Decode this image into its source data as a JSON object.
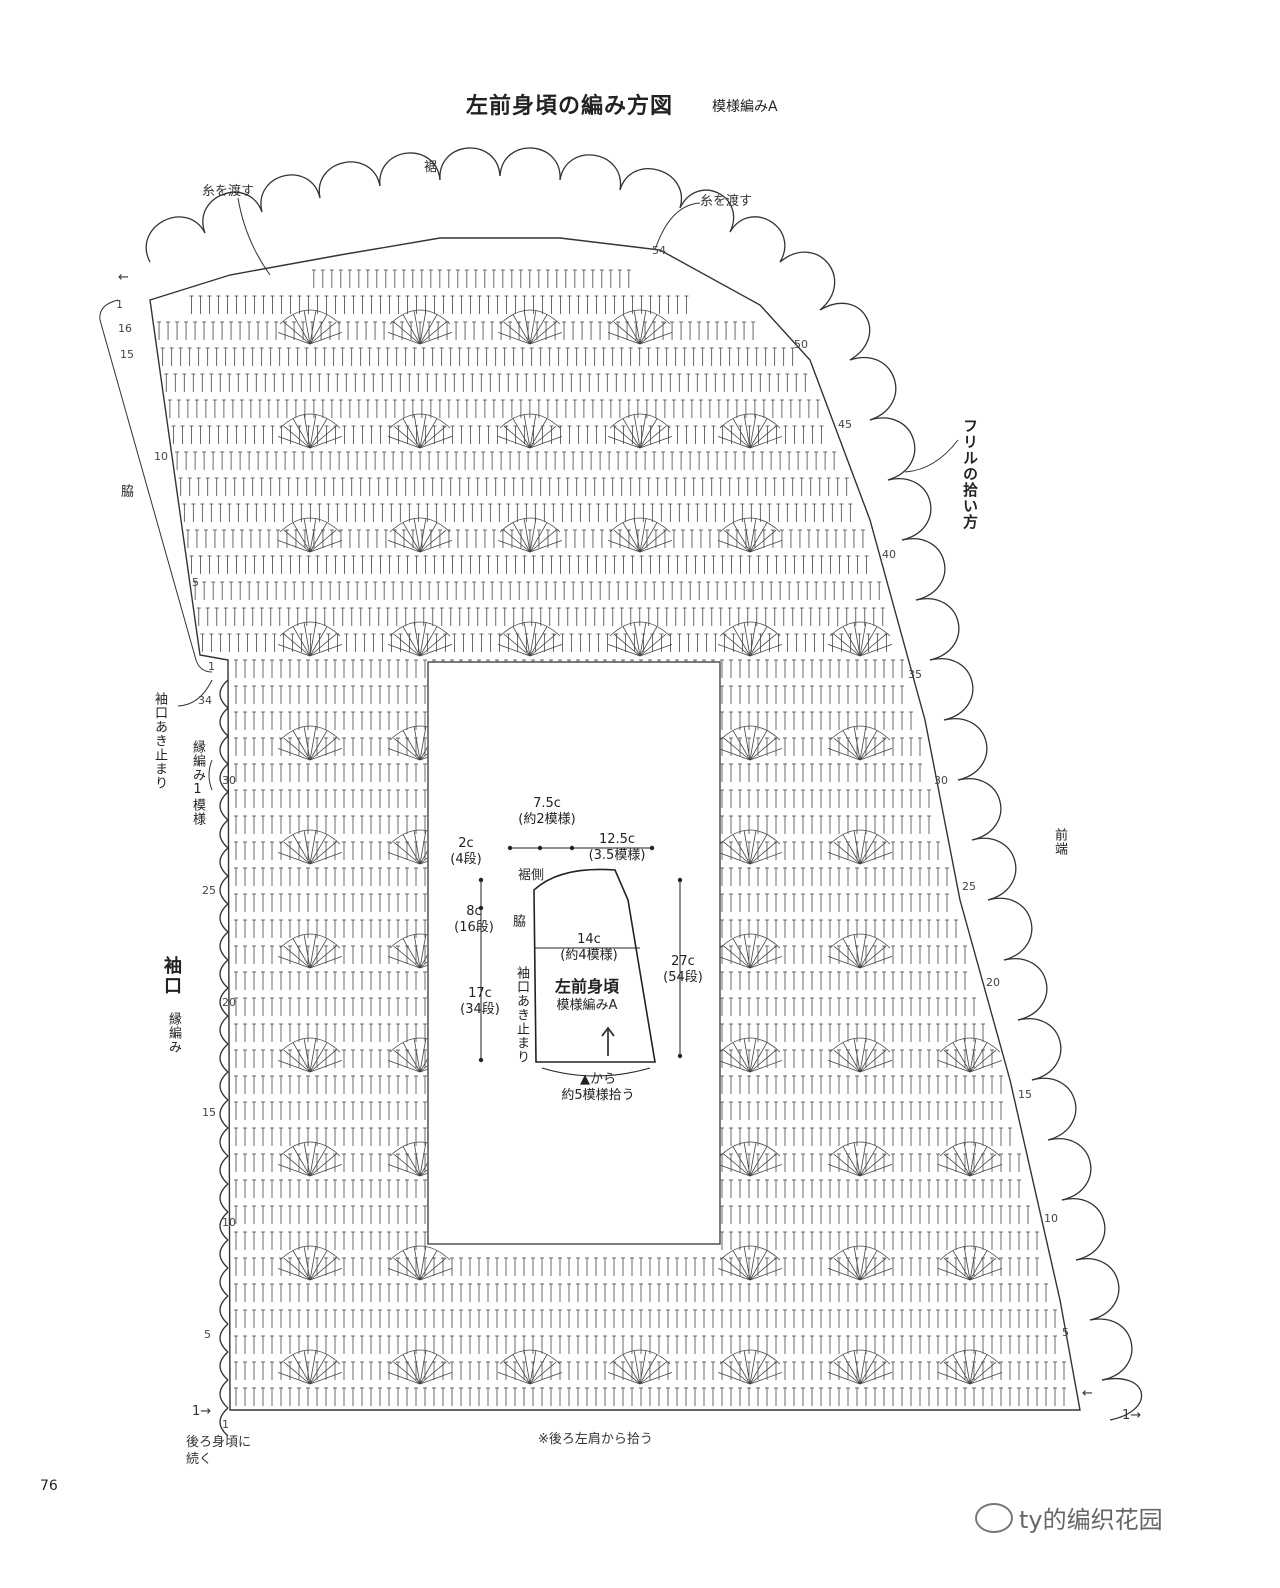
{
  "header": {
    "title": "左前身頃の編み方図",
    "subtitle": "模様編みA"
  },
  "labels": {
    "hem_top": "裾",
    "pass_yarn_left": "糸を渡す",
    "pass_yarn_right": "糸を渡す",
    "frill_pickup": "フリルの拾い方",
    "front_edge": "前端",
    "side": "脇",
    "cuff_opening_end": "袖口あき止まり",
    "edging_one_pattern": "縁編み1模様",
    "sleeve_cuff": "袖口",
    "edging": "縁編み",
    "continue_back": "後ろ身頃に続く",
    "pickup_shoulder": "※後ろ左肩から拾う",
    "arrow_left_top": "←",
    "arrow_left_bottom": "1→",
    "arrow_right_bottom": "1→",
    "arrow_right_low": "←"
  },
  "row_numbers_left_top": [
    "1",
    "16",
    "15",
    "10",
    "5",
    "1"
  ],
  "row_numbers_left": [
    "34",
    "30",
    "25",
    "20",
    "15",
    "10",
    "5",
    "1"
  ],
  "row_numbers_right": [
    "54",
    "50",
    "45",
    "40",
    "35",
    "30",
    "25",
    "20",
    "15",
    "10",
    "5"
  ],
  "schematic": {
    "name": "左前身頃",
    "pattern": "模様編みA",
    "top_width": "7.5c",
    "top_width_patterns": "(約2模様)",
    "top_extra": "12.5c",
    "top_extra_patterns": "(3.5模様)",
    "hem_side": "裾側",
    "side": "脇",
    "cuff_end": "袖口あき止まり",
    "left_seg1": "2c",
    "left_seg1_rows": "(4段)",
    "left_seg2": "8c",
    "left_seg2_rows": "(16段)",
    "left_seg3": "17c",
    "left_seg3_rows": "(34段)",
    "mid_width": "14c",
    "mid_width_patterns": "(約4模様)",
    "height": "27c",
    "height_rows": "(54段)",
    "pickup_1": "▲から",
    "pickup_2": "約5模様拾う"
  },
  "page_number": "76",
  "watermark": "ty的编织花园"
}
